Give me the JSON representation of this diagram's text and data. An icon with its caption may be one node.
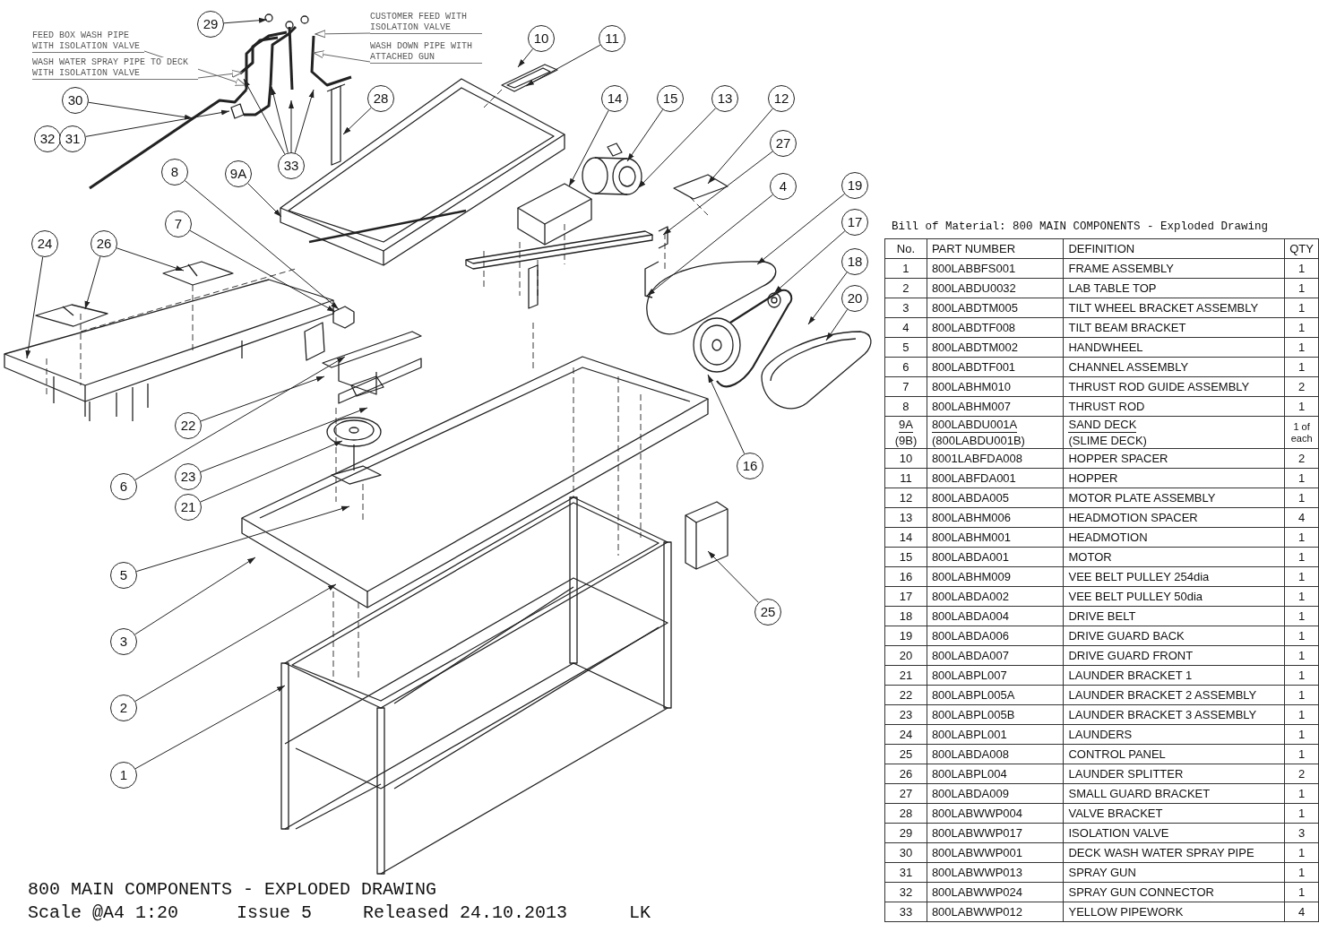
{
  "diagram": {
    "title": "800 MAIN COMPONENTS - EXPLODED DRAWING",
    "nodes": [
      {
        "text": [
          "29"
        ]
      },
      {
        "text": [
          "FEED BOX WASH PIPE WITH ISOLATION VALVE"
        ]
      },
      {
        "text": [
          "CUSTOMER FEED WITH ISOLATION VALVE"
        ]
      },
      {
        "text": [
          "WASH WATER SPRAY PIPE TO DECK WITH ISOLATION VALVE"
        ]
      },
      {
        "text": [
          "WASH DOWN PIPE WITH ATTACHED GUN"
        ]
      },
      {
        "text": [
          "10"
        ]
      },
      {
        "text": [
          "11"
        ]
      },
      {
        "text": [
          "30"
        ]
      },
      {
        "text": [
          "28"
        ]
      },
      {
        "text": [
          "14"
        ]
      },
      {
        "text": [
          "15"
        ]
      },
      {
        "text": [
          "13"
        ]
      },
      {
        "text": [
          "12"
        ]
      },
      {
        "text": [
          "32"
        ]
      },
      {
        "text": [
          "31"
        ]
      },
      {
        "text": [
          "27"
        ]
      },
      {
        "text": [
          "8"
        ]
      },
      {
        "text": [
          "9A"
        ]
      },
      {
        "text": [
          "33"
        ]
      },
      {
        "text": [
          "4"
        ]
      },
      {
        "text": [
          "19"
        ]
      },
      {
        "text": [
          "7"
        ]
      },
      {
        "text": [
          "17"
        ]
      },
      {
        "text": [
          "24"
        ]
      },
      {
        "text": [
          "26"
        ]
      },
      {
        "text": [
          "18"
        ]
      },
      {
        "text": [
          "20"
        ]
      },
      {
        "text": [
          "22"
        ]
      },
      {
        "text": [
          "16"
        ]
      },
      {
        "text": [
          "23"
        ]
      },
      {
        "text": [
          "6"
        ]
      },
      {
        "text": [
          "21"
        ]
      },
      {
        "text": [
          "5"
        ]
      },
      {
        "text": [
          "25"
        ]
      },
      {
        "text": [
          "3"
        ]
      },
      {
        "text": [
          "2"
        ]
      },
      {
        "text": [
          "1"
        ]
      }
    ],
    "edges": [
      {
        "from": 0,
        "to": null,
        "arrow": "to"
      },
      {
        "from": 1,
        "to": null,
        "arrow": "to"
      },
      {
        "from": 2,
        "to": null,
        "arrow": "to"
      },
      {
        "from": 3,
        "to": null,
        "arrow": "to"
      },
      {
        "from": 4,
        "to": null,
        "arrow": "to"
      },
      {
        "from": 5,
        "to": null,
        "arrow": "to"
      },
      {
        "from": 6,
        "to": null,
        "arrow": "to"
      },
      {
        "from": 7,
        "to": null,
        "arrow": "to"
      },
      {
        "from": 8,
        "to": null,
        "arrow": "to"
      },
      {
        "from": 9,
        "to": null,
        "arrow": "to"
      },
      {
        "from": 10,
        "to": null,
        "arrow": "to"
      },
      {
        "from": 11,
        "to": null,
        "arrow": "to"
      },
      {
        "from": 12,
        "to": null,
        "arrow": "to"
      },
      {
        "from": 14,
        "to": null,
        "arrow": "to"
      },
      {
        "from": 15,
        "to": null,
        "arrow": "to"
      },
      {
        "from": 16,
        "to": null,
        "arrow": "to"
      },
      {
        "from": 17,
        "to": null,
        "arrow": "to"
      },
      {
        "from": 18,
        "to": null,
        "arrow": "to"
      },
      {
        "from": 18,
        "to": null,
        "arrow": "to"
      },
      {
        "from": 18,
        "to": null,
        "arrow": "to"
      },
      {
        "from": 18,
        "to": null,
        "arrow": "to"
      },
      {
        "from": 19,
        "to": null,
        "arrow": "to"
      },
      {
        "from": 20,
        "to": null,
        "arrow": "to"
      },
      {
        "from": 21,
        "to": null,
        "arrow": "to"
      },
      {
        "from": 22,
        "to": null,
        "arrow": "to"
      },
      {
        "from": 23,
        "to": null,
        "arrow": "to"
      },
      {
        "from": 24,
        "to": null,
        "arrow": "to"
      },
      {
        "from": 24,
        "to": null,
        "arrow": "to"
      },
      {
        "from": 25,
        "to": null,
        "arrow": "to"
      },
      {
        "from": 26,
        "to": null,
        "arrow": "to"
      },
      {
        "from": 27,
        "to": null,
        "arrow": "to"
      },
      {
        "from": 28,
        "to": null,
        "arrow": "to"
      },
      {
        "from": 29,
        "to": null,
        "arrow": "to"
      },
      {
        "from": 30,
        "to": null,
        "arrow": "to"
      },
      {
        "from": 31,
        "to": null,
        "arrow": "to"
      },
      {
        "from": 32,
        "to": null,
        "arrow": "to"
      },
      {
        "from": 33,
        "to": null,
        "arrow": "to"
      },
      {
        "from": 34,
        "to": null,
        "arrow": "to"
      },
      {
        "from": 35,
        "to": null,
        "arrow": "to"
      },
      {
        "from": 36,
        "to": null,
        "arrow": "to"
      }
    ],
    "labels": [
      "Scale @A4 1:20",
      "Issue 5",
      "Released 24.10.2013",
      "LK",
      "Bill of Material:  800 MAIN COMPONENTS - Exploded Drawing",
      "No.",
      "PART NUMBER",
      "DEFINITION",
      "QTY",
      "1",
      "800LABBFS001",
      "FRAME ASSEMBLY",
      "1",
      "2",
      "800LABDU0032",
      "LAB TABLE TOP",
      "1",
      "3",
      "800LABDTM005",
      "TILT WHEEL BRACKET ASSEMBLY",
      "1",
      "4",
      "800LABDTF008",
      "TILT BEAM BRACKET",
      "1",
      "5",
      "800LABDTM002",
      "HANDWHEEL",
      "1",
      "6",
      "800LABDTF001",
      "CHANNEL ASSEMBLY",
      "1",
      "7",
      "800LABHM010",
      "THRUST ROD GUIDE ASSEMBLY",
      "2",
      "8",
      "800LABHM007",
      "THRUST ROD",
      "1",
      "9A",
      "(9B)",
      "800LABDU001A",
      "(800LABDU001B)",
      "SAND DECK",
      "(SLIME DECK)",
      "1 of each",
      "10",
      "8001LABFDA008",
      "HOPPER SPACER",
      "2",
      "11",
      "800LABFDA001",
      "HOPPER",
      "1",
      "12",
      "800LABDA005",
      "MOTOR PLATE ASSEMBLY",
      "1",
      "13",
      "800LABHM006",
      "HEADMOTION SPACER",
      "4",
      "14",
      "800LABHM001",
      "HEADMOTION",
      "1",
      "15",
      "800LABDA001",
      "MOTOR",
      "1",
      "16",
      "800LABHM009",
      "VEE BELT PULLEY 254dia",
      "1",
      "17",
      "800LABDA002",
      "VEE BELT PULLEY 50dia",
      "1",
      "18",
      "800LABDA004",
      "DRIVE BELT",
      "1",
      "19",
      "800LABDA006",
      "DRIVE GUARD BACK",
      "1",
      "20",
      "800LABDA007",
      "DRIVE GUARD FRONT",
      "1",
      "21",
      "800LABPL007",
      "LAUNDER BRACKET 1",
      "1",
      "22",
      "800LABPL005A",
      "LAUNDER BRACKET 2 ASSEMBLY",
      "1",
      "23",
      "800LABPL005B",
      "LAUNDER BRACKET 3 ASSEMBLY",
      "1",
      "24",
      "800LABPL001",
      "LAUNDERS",
      "1",
      "25",
      "800LABDA008",
      "CONTROL PANEL",
      "1",
      "26",
      "800LABPL004",
      "LAUNDER SPLITTER",
      "2",
      "27",
      "800LABDA009",
      "SMALL GUARD BRACKET",
      "1",
      "28",
      "800LABWWP004",
      "VALVE BRACKET",
      "1",
      "29",
      "800LABWWP017",
      "ISOLATION VALVE",
      "3",
      "30",
      "800LABWWP001",
      "DECK WASH WATER SPRAY PIPE",
      "1",
      "31",
      "800LABWWP013",
      "SPRAY GUN",
      "1",
      "32",
      "800LABWWP024",
      "SPRAY GUN CONNECTOR",
      "1",
      "33",
      "800LABWWP012",
      "YELLOW PIPEWORK",
      "4"
    ]
  }
}
